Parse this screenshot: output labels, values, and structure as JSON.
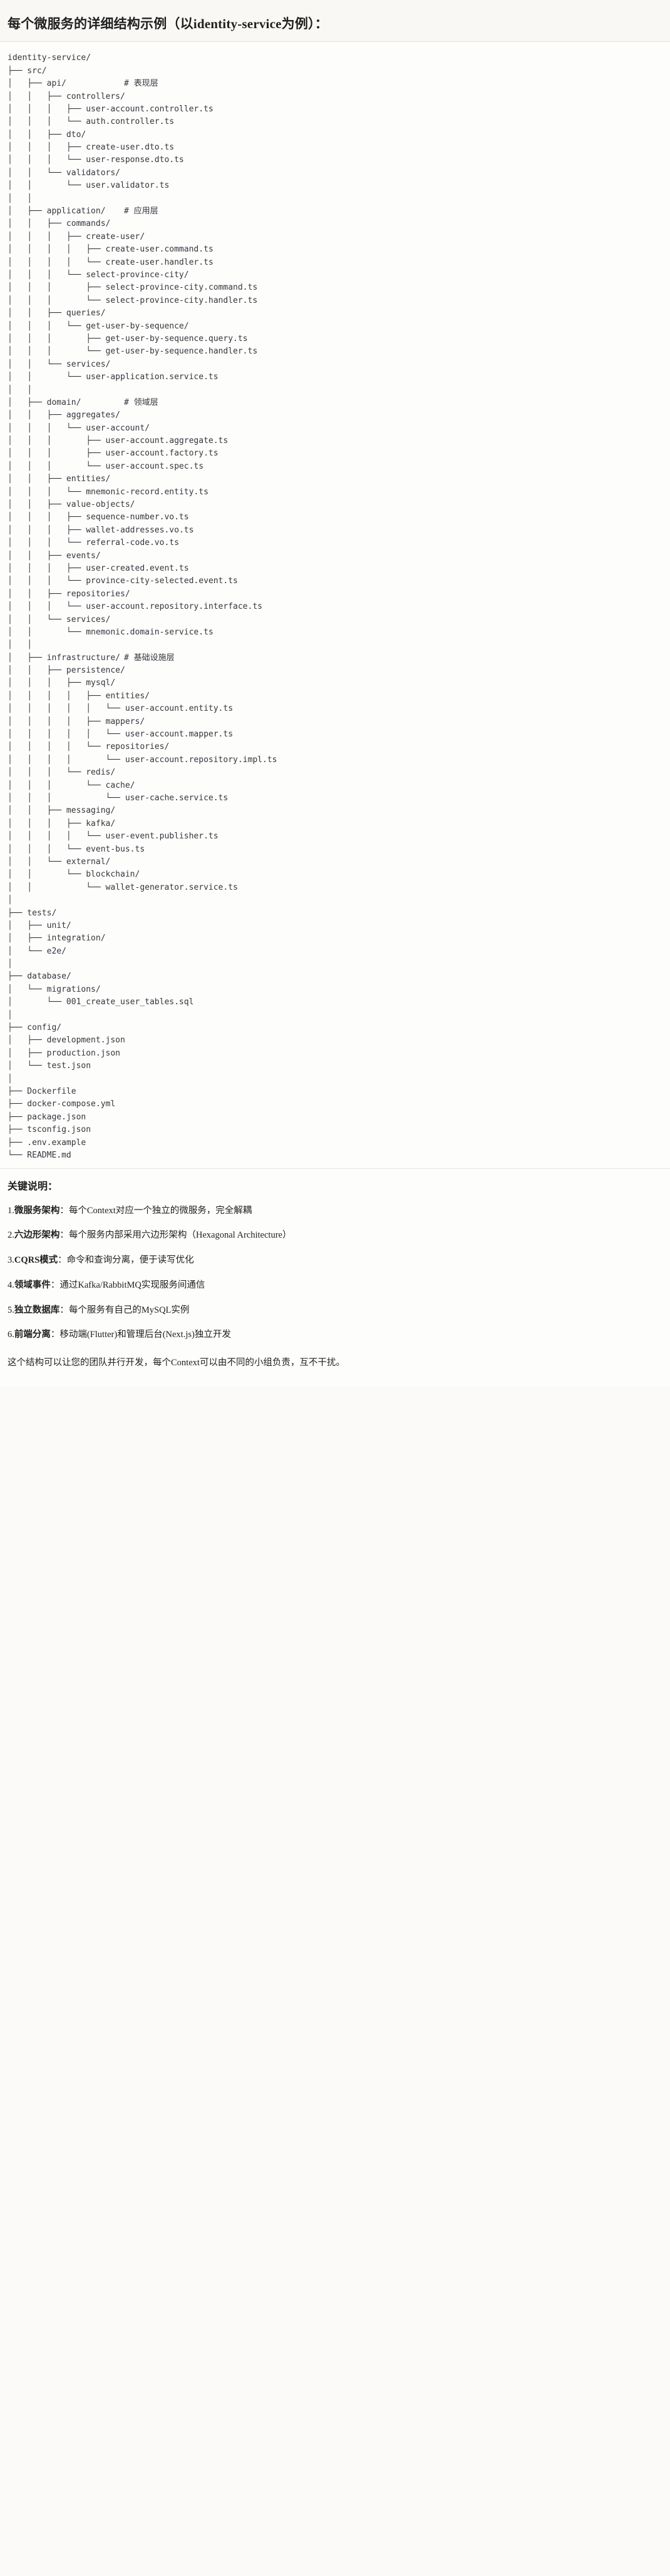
{
  "header": {
    "title": "每个微服务的详细结构示例（以identity-service为例）："
  },
  "tree": {
    "comment_marker": "#",
    "lines": [
      {
        "path": "identity-service/",
        "comment": ""
      },
      {
        "path": "├── src/",
        "comment": ""
      },
      {
        "path": "│   ├── api/",
        "comment": "# 表现层"
      },
      {
        "path": "│   │   ├── controllers/",
        "comment": ""
      },
      {
        "path": "│   │   │   ├── user-account.controller.ts",
        "comment": ""
      },
      {
        "path": "│   │   │   └── auth.controller.ts",
        "comment": ""
      },
      {
        "path": "│   │   ├── dto/",
        "comment": ""
      },
      {
        "path": "│   │   │   ├── create-user.dto.ts",
        "comment": ""
      },
      {
        "path": "│   │   │   └── user-response.dto.ts",
        "comment": ""
      },
      {
        "path": "│   │   └── validators/",
        "comment": ""
      },
      {
        "path": "│   │       └── user.validator.ts",
        "comment": ""
      },
      {
        "path": "│   │",
        "comment": ""
      },
      {
        "path": "│   ├── application/",
        "comment": "# 应用层"
      },
      {
        "path": "│   │   ├── commands/",
        "comment": ""
      },
      {
        "path": "│   │   │   ├── create-user/",
        "comment": ""
      },
      {
        "path": "│   │   │   │   ├── create-user.command.ts",
        "comment": ""
      },
      {
        "path": "│   │   │   │   └── create-user.handler.ts",
        "comment": ""
      },
      {
        "path": "│   │   │   └── select-province-city/",
        "comment": ""
      },
      {
        "path": "│   │   │       ├── select-province-city.command.ts",
        "comment": ""
      },
      {
        "path": "│   │   │       └── select-province-city.handler.ts",
        "comment": ""
      },
      {
        "path": "│   │   ├── queries/",
        "comment": ""
      },
      {
        "path": "│   │   │   └── get-user-by-sequence/",
        "comment": ""
      },
      {
        "path": "│   │   │       ├── get-user-by-sequence.query.ts",
        "comment": ""
      },
      {
        "path": "│   │   │       └── get-user-by-sequence.handler.ts",
        "comment": ""
      },
      {
        "path": "│   │   └── services/",
        "comment": ""
      },
      {
        "path": "│   │       └── user-application.service.ts",
        "comment": ""
      },
      {
        "path": "│   │",
        "comment": ""
      },
      {
        "path": "│   ├── domain/",
        "comment": "# 领域层"
      },
      {
        "path": "│   │   ├── aggregates/",
        "comment": ""
      },
      {
        "path": "│   │   │   └── user-account/",
        "comment": ""
      },
      {
        "path": "│   │   │       ├── user-account.aggregate.ts",
        "comment": ""
      },
      {
        "path": "│   │   │       ├── user-account.factory.ts",
        "comment": ""
      },
      {
        "path": "│   │   │       └── user-account.spec.ts",
        "comment": ""
      },
      {
        "path": "│   │   ├── entities/",
        "comment": ""
      },
      {
        "path": "│   │   │   └── mnemonic-record.entity.ts",
        "comment": ""
      },
      {
        "path": "│   │   ├── value-objects/",
        "comment": ""
      },
      {
        "path": "│   │   │   ├── sequence-number.vo.ts",
        "comment": ""
      },
      {
        "path": "│   │   │   ├── wallet-addresses.vo.ts",
        "comment": ""
      },
      {
        "path": "│   │   │   └── referral-code.vo.ts",
        "comment": ""
      },
      {
        "path": "│   │   ├── events/",
        "comment": ""
      },
      {
        "path": "│   │   │   ├── user-created.event.ts",
        "comment": ""
      },
      {
        "path": "│   │   │   └── province-city-selected.event.ts",
        "comment": ""
      },
      {
        "path": "│   │   ├── repositories/",
        "comment": ""
      },
      {
        "path": "│   │   │   └── user-account.repository.interface.ts",
        "comment": ""
      },
      {
        "path": "│   │   └── services/",
        "comment": ""
      },
      {
        "path": "│   │       └── mnemonic.domain-service.ts",
        "comment": ""
      },
      {
        "path": "│   │",
        "comment": ""
      },
      {
        "path": "│   ├── infrastructure/",
        "comment": "# 基础设施层"
      },
      {
        "path": "│   │   ├── persistence/",
        "comment": ""
      },
      {
        "path": "│   │   │   ├── mysql/",
        "comment": ""
      },
      {
        "path": "│   │   │   │   ├── entities/",
        "comment": ""
      },
      {
        "path": "│   │   │   │   │   └── user-account.entity.ts",
        "comment": ""
      },
      {
        "path": "│   │   │   │   ├── mappers/",
        "comment": ""
      },
      {
        "path": "│   │   │   │   │   └── user-account.mapper.ts",
        "comment": ""
      },
      {
        "path": "│   │   │   │   └── repositories/",
        "comment": ""
      },
      {
        "path": "│   │   │   │       └── user-account.repository.impl.ts",
        "comment": ""
      },
      {
        "path": "│   │   │   └── redis/",
        "comment": ""
      },
      {
        "path": "│   │   │       └── cache/",
        "comment": ""
      },
      {
        "path": "│   │   │           └── user-cache.service.ts",
        "comment": ""
      },
      {
        "path": "│   │   ├── messaging/",
        "comment": ""
      },
      {
        "path": "│   │   │   ├── kafka/",
        "comment": ""
      },
      {
        "path": "│   │   │   │   └── user-event.publisher.ts",
        "comment": ""
      },
      {
        "path": "│   │   │   └── event-bus.ts",
        "comment": ""
      },
      {
        "path": "│   │   └── external/",
        "comment": ""
      },
      {
        "path": "│   │       └── blockchain/",
        "comment": ""
      },
      {
        "path": "│   │           └── wallet-generator.service.ts",
        "comment": ""
      },
      {
        "path": "│",
        "comment": ""
      },
      {
        "path": "├── tests/",
        "comment": ""
      },
      {
        "path": "│   ├── unit/",
        "comment": ""
      },
      {
        "path": "│   ├── integration/",
        "comment": ""
      },
      {
        "path": "│   └── e2e/",
        "comment": ""
      },
      {
        "path": "│",
        "comment": ""
      },
      {
        "path": "├── database/",
        "comment": ""
      },
      {
        "path": "│   └── migrations/",
        "comment": ""
      },
      {
        "path": "│       └── 001_create_user_tables.sql",
        "comment": ""
      },
      {
        "path": "│",
        "comment": ""
      },
      {
        "path": "├── config/",
        "comment": ""
      },
      {
        "path": "│   ├── development.json",
        "comment": ""
      },
      {
        "path": "│   ├── production.json",
        "comment": ""
      },
      {
        "path": "│   └── test.json",
        "comment": ""
      },
      {
        "path": "│",
        "comment": ""
      },
      {
        "path": "├── Dockerfile",
        "comment": ""
      },
      {
        "path": "├── docker-compose.yml",
        "comment": ""
      },
      {
        "path": "├── package.json",
        "comment": ""
      },
      {
        "path": "├── tsconfig.json",
        "comment": ""
      },
      {
        "path": "├── .env.example",
        "comment": ""
      },
      {
        "path": "└── README.md",
        "comment": ""
      }
    ]
  },
  "notes": {
    "title": "关键说明：",
    "items": [
      {
        "num": "1.",
        "term": "微服务架构",
        "sep": "：",
        "desc": "每个Context对应一个独立的微服务，完全解耦"
      },
      {
        "num": "2.",
        "term": "六边形架构",
        "sep": "：",
        "desc": "每个服务内部采用六边形架构（Hexagonal Architecture）"
      },
      {
        "num": "3.",
        "term": "CQRS模式",
        "sep": "：",
        "desc": "命令和查询分离，便于读写优化"
      },
      {
        "num": "4.",
        "term": "领域事件",
        "sep": "：",
        "desc": "通过Kafka/RabbitMQ实现服务间通信"
      },
      {
        "num": "5.",
        "term": "独立数据库",
        "sep": "：",
        "desc": "每个服务有自己的MySQL实例"
      },
      {
        "num": "6.",
        "term": "前端分离",
        "sep": "：",
        "desc": "移动端(Flutter)和管理后台(Next.js)独立开发"
      }
    ],
    "footer": "这个结构可以让您的团队并行开发，每个Context可以由不同的小组负责，互不干扰。"
  },
  "colors": {
    "page_background": "#fbfaf8",
    "header_background": "#f9f8f5",
    "tree_text": "#33363d",
    "body_text": "#1f1f1f",
    "divider": "#e6e4e0"
  }
}
